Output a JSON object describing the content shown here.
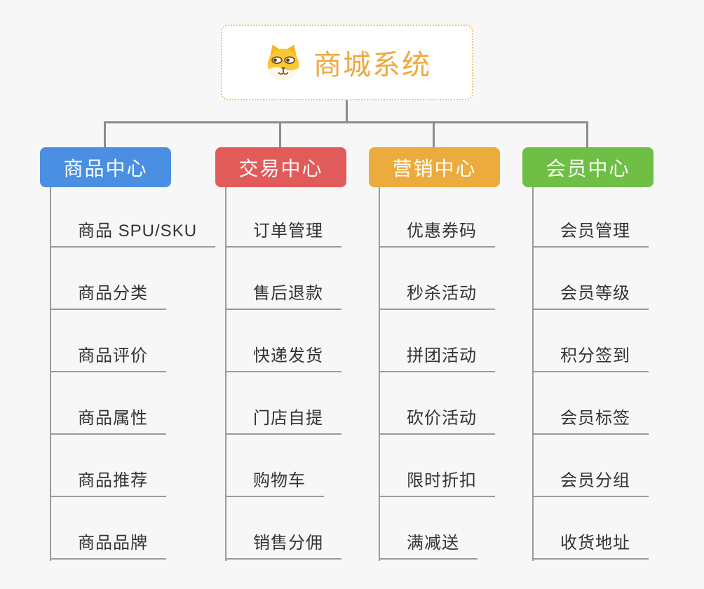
{
  "root": {
    "title": "商城系统",
    "icon": "dog-face-icon"
  },
  "branches": [
    {
      "label": "商品中心",
      "color": "#4a8fe2",
      "children": [
        "商品 SPU/SKU",
        "商品分类",
        "商品评价",
        "商品属性",
        "商品推荐",
        "商品品牌"
      ]
    },
    {
      "label": "交易中心",
      "color": "#e25b5b",
      "children": [
        "订单管理",
        "售后退款",
        "快递发货",
        "门店自提",
        "购物车",
        "销售分佣"
      ]
    },
    {
      "label": "营销中心",
      "color": "#ecab3d",
      "children": [
        "优惠券码",
        "秒杀活动",
        "拼团活动",
        "砍价活动",
        "限时折扣",
        "满减送"
      ]
    },
    {
      "label": "会员中心",
      "color": "#6fbe45",
      "children": [
        "会员管理",
        "会员等级",
        "积分签到",
        "会员标签",
        "会员分组",
        "收货地址"
      ]
    }
  ],
  "style": {
    "background": "#f7f7f7",
    "root_text_color": "#f0a83c",
    "root_border_color": "#f4c377",
    "connector_color": "#8c8c8c",
    "leaf_line_color": "#9a9a9a",
    "leaf_text_color": "#333333"
  }
}
